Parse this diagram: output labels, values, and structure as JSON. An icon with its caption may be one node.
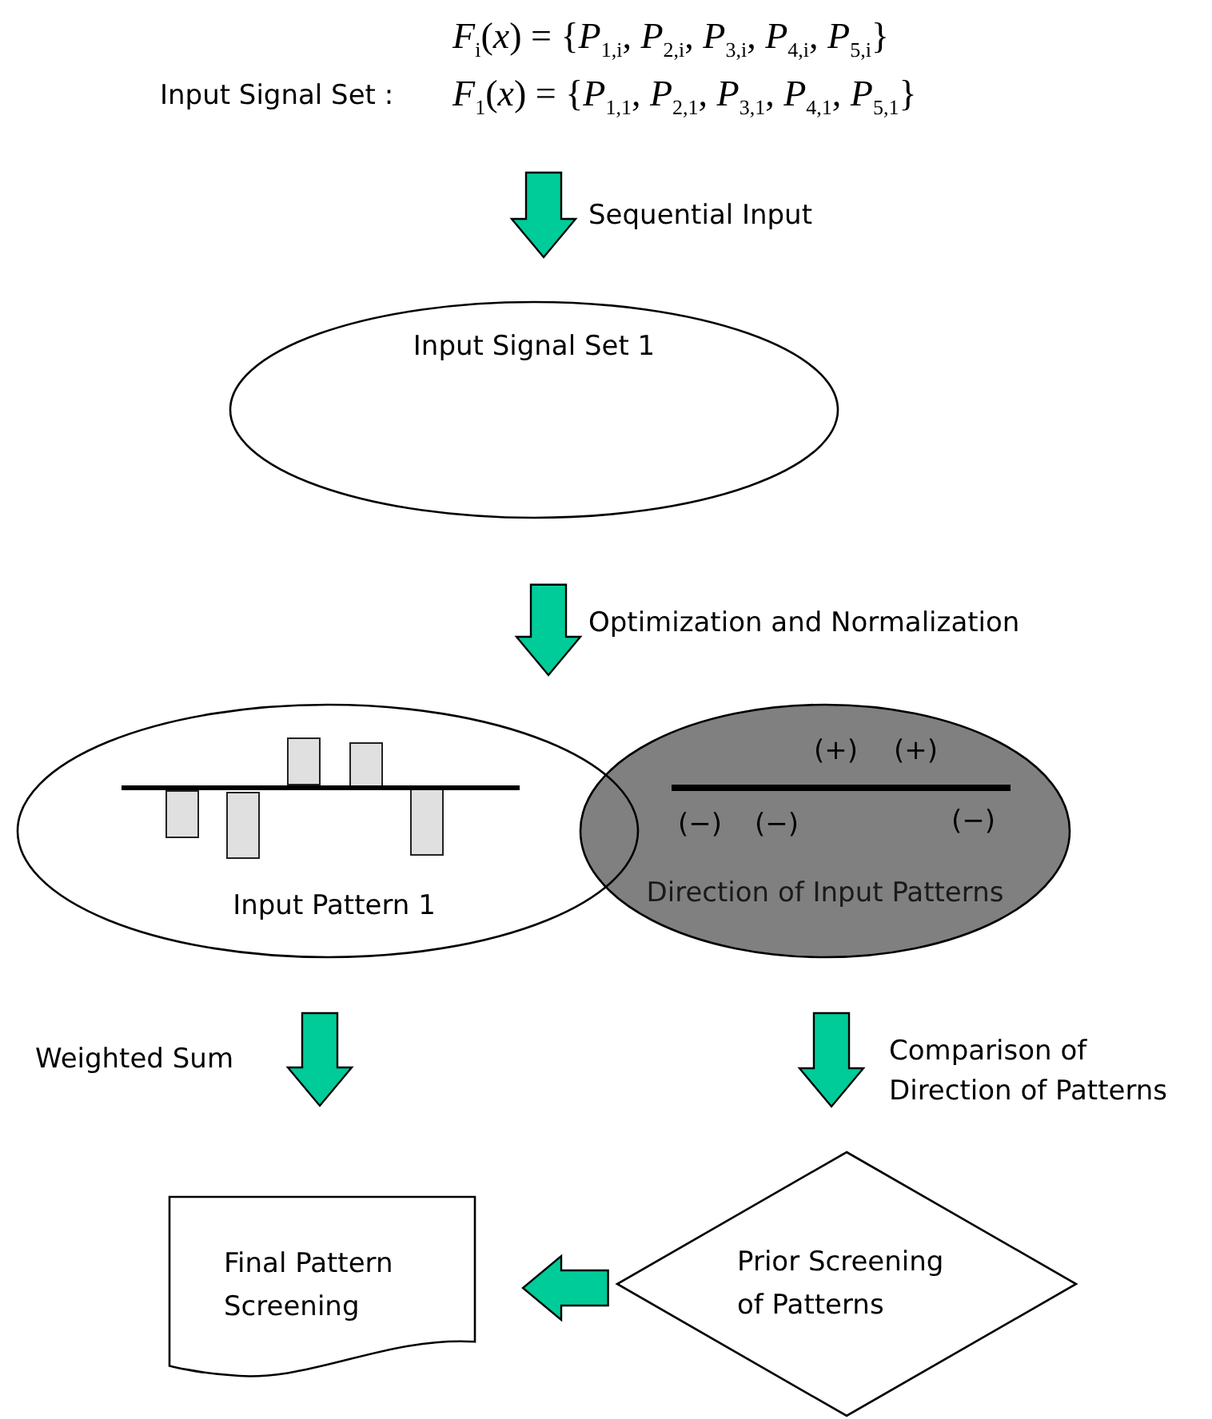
{
  "diagram": {
    "nodes": [
      {
        "text": [
          "Input Signal Set 1"
        ]
      },
      {
        "text": [
          "Input Pattern 1"
        ]
      },
      {
        "text": [
          "Direction of Input Patterns"
        ]
      },
      {
        "text": [
          "Final Pattern Screening"
        ]
      },
      {
        "text": [
          "Prior Screening of Patterns"
        ]
      }
    ],
    "edges": [
      {
        "from": null,
        "to": 0,
        "arrow": "to",
        "label": "Sequential Input"
      },
      {
        "from": 0,
        "to": 1,
        "arrow": "to",
        "label": "Optimization and Normalization"
      },
      {
        "from": 1,
        "to": 3,
        "arrow": "to",
        "label": "Weighted Sum"
      },
      {
        "from": 2,
        "to": 4,
        "arrow": "to",
        "label": "Comparison of Direction of Patterns"
      },
      {
        "from": 4,
        "to": 3,
        "arrow": "to"
      }
    ],
    "labels": [
      "*F*$_{i}$(*x*) = {*P*$_{1,i}$, *P*$_{2,i}$, *P*$_{3,i}$, *P*$_{4,i}$, *P*$_{5,i}$}",
      "Input Signal Set :",
      "*F*$_{1}$(*x*) = {*P*$_{1,1}$, *P*$_{2,1}$, *P*$_{3,1}$, *P*$_{4,1}$, *P*$_{5,1}$}",
      "(+)",
      "(+)",
      "(−)",
      "(−)",
      "(−)"
    ]
  }
}
